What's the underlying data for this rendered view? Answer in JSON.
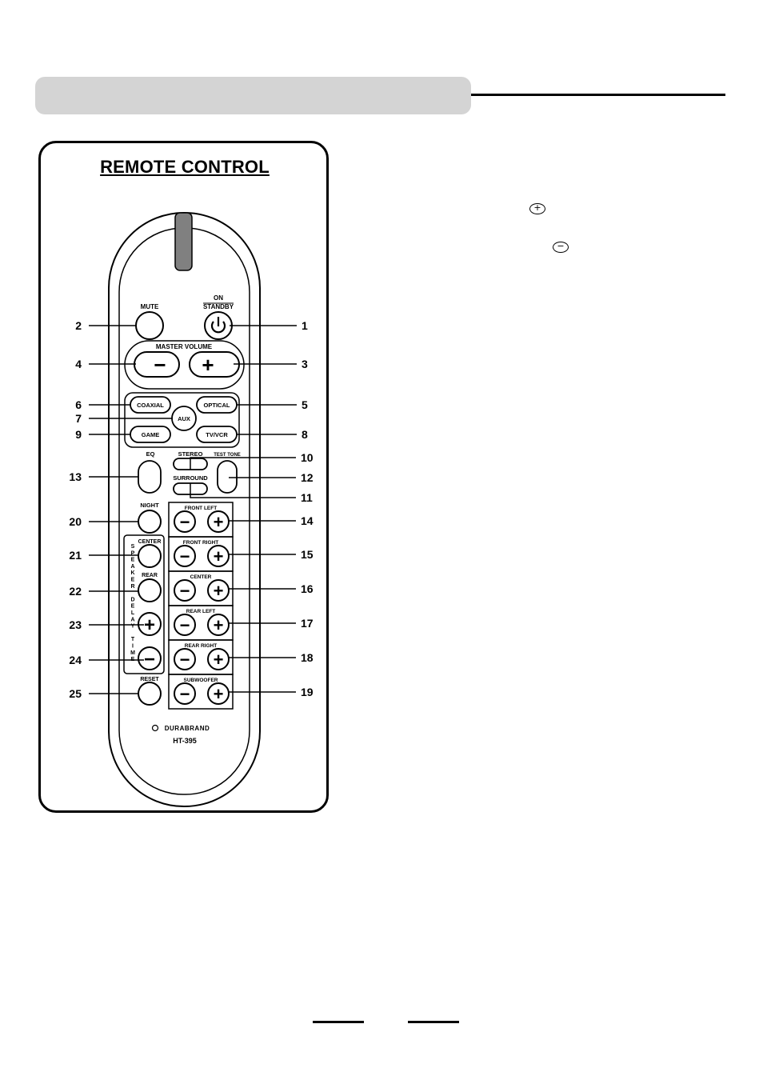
{
  "title": "REMOTE CONTROL",
  "icons": {
    "plus": "plus-circle-icon",
    "minus": "minus-circle-icon",
    "power": "power-icon"
  },
  "remote": {
    "brand": "DURABRAND",
    "model": "HT-395",
    "vertical_label": "SPEAKER DELAY TIME",
    "buttons": {
      "mute": "MUTE",
      "on": "ON",
      "standby": "STANDBY",
      "master_volume": "MASTER VOLUME",
      "minus": "−",
      "plus": "+",
      "coaxial": "COAXIAL",
      "optical": "OPTICAL",
      "aux": "AUX",
      "game": "GAME",
      "tvvcr": "TV/VCR",
      "eq": "EQ",
      "stereo": "STEREO",
      "test_tone": "TEST TONE",
      "surround": "SURROUND",
      "night": "NIGHT",
      "center": "CENTER",
      "rear": "REAR",
      "reset": "RESET"
    },
    "channel_groups": [
      "FRONT LEFT",
      "FRONT RIGHT",
      "CENTER",
      "REAR LEFT",
      "REAR RIGHT",
      "SUBWOOFER"
    ]
  },
  "callouts_left": [
    "2",
    "4",
    "6",
    "7",
    "9",
    "13",
    "20",
    "21",
    "22",
    "23",
    "24",
    "25"
  ],
  "callouts_right": [
    "1",
    "3",
    "5",
    "8",
    "10",
    "12",
    "11",
    "14",
    "15",
    "16",
    "17",
    "18",
    "19"
  ]
}
